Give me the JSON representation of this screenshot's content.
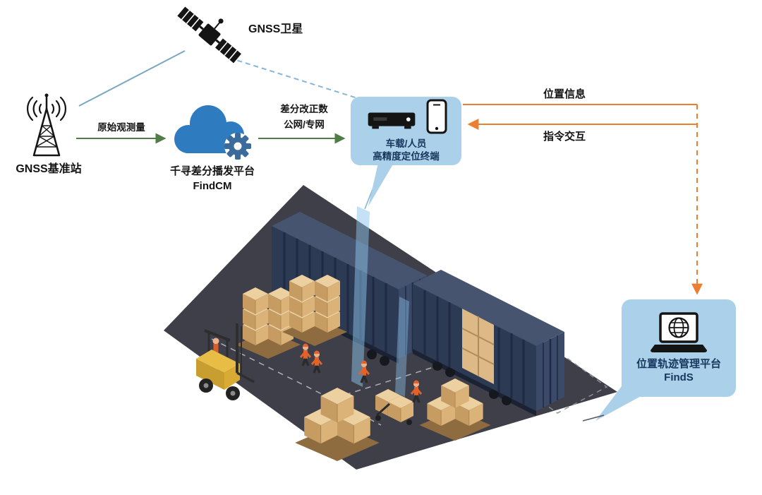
{
  "diagram": {
    "satellite_label": "GNSS卫星",
    "base_station_label": "GNSS基准站",
    "raw_obs_label": "原始观测量",
    "cloud_title": "千寻差分播发平台",
    "cloud_subtitle": "FindCM",
    "corr_label_1": "差分改正数",
    "corr_label_2": "公网/专网",
    "terminal_label_1": "车载/人员",
    "terminal_label_2": "高精度定位终端",
    "position_info_label": "位置信息",
    "command_label": "指令交互",
    "platform_label_1": "位置轨迹管理平台",
    "platform_label_2": "FindS"
  },
  "colors": {
    "bubble_bg": "#abd0e9",
    "navy_text": "#17365d",
    "green_arrow": "#4e7e46",
    "orange_arrow": "#ed7d31",
    "cloud_blue": "#2e7bc0",
    "icon_black": "#141414",
    "ground_dark": "#3f3f49",
    "container_navy": "#2c3a54",
    "box_tan": "#dbb277",
    "forklift_yellow": "#e8bd45"
  }
}
